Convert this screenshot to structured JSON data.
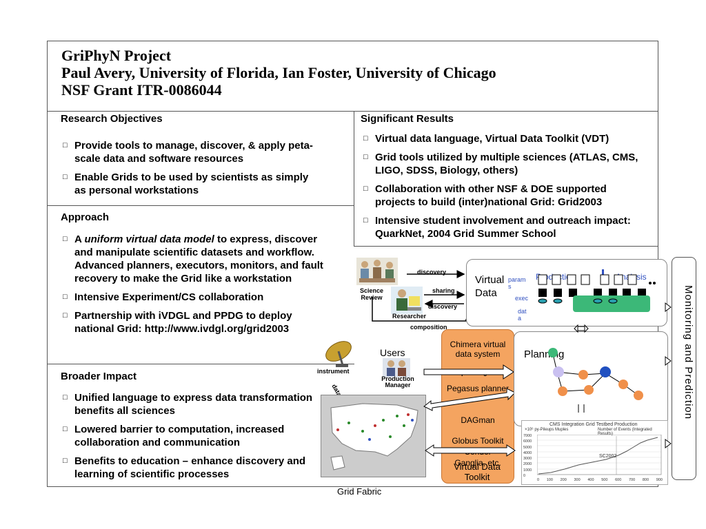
{
  "header": {
    "line1": "GriPhyN Project",
    "line2": "Paul Avery, University of Florida,  Ian Foster, University of Chicago",
    "line3": "NSF Grant ITR-0086044"
  },
  "research_objectives": {
    "title": "Research Objectives",
    "items": [
      "Provide tools to manage, discover, & apply peta-scale data and software resources",
      "Enable Grids to be used by scientists as simply as personal workstations"
    ]
  },
  "significant_results": {
    "title": "Significant Results",
    "items": [
      "Virtual data language, Virtual Data Toolkit (VDT)",
      "Grid tools utilized by multiple sciences (ATLAS, CMS, LIGO, SDSS, Biology, others)",
      "Collaboration with other NSF & DOE supported projects to build (inter)national Grid: Grid2003",
      "Intensive student involvement and outreach impact: QuarkNet, 2004 Grid Summer School"
    ]
  },
  "approach": {
    "title": "Approach",
    "item1_prefix": "A ",
    "item1_em": "uniform virtual data model",
    "item1_rest": " to express, discover and manipulate scientific datasets and workflow. Advanced planners, executors, monitors, and fault recovery to make the Grid like a workstation",
    "items": [
      "Intensive Experiment/CS collaboration",
      "Partnership with iVDGL and PPDG to deploy national Grid: http://www.ivdgl.org/grid2003"
    ]
  },
  "broader_impact": {
    "title": "Broader Impact",
    "items": [
      "Unified language to express data transformation benefits all sciences",
      "Lowered barrier to computation, increased collaboration and communication",
      "Benefits to education – enhance discovery and learning of scientific processes"
    ]
  },
  "diagram": {
    "discovery": "discovery",
    "sharing": "sharing",
    "discovery2": "discovery",
    "science_review": "Science Review",
    "researcher": "Researcher",
    "composition": "composition",
    "virtual_data": "Virtual Data",
    "param": "param s",
    "exec": "exec",
    "data_small": "dat a",
    "production": "Production",
    "analysis": "Analysis",
    "users": "Users",
    "instrument": "instrument",
    "data_tag": "data",
    "production_manager": "Production Manager",
    "planning_small": "planning",
    "chimera": "Chimera virtual data system",
    "pegasus": "Pegasus planner",
    "dagman": "DAGman",
    "globus": "Globus Toolkit",
    "condor": "Condor",
    "ganglia": "Ganglia, etc.",
    "planning": "Planning",
    "vdt": "Virtual Data Toolkit",
    "grid_fabric": "Grid Fabric",
    "monitoring": "Monitoring and Prediction",
    "chart_title": "CMS Integration Grid Testbed Production",
    "chart_sub_left": "×10⁶ py-Pileups Muples",
    "chart_sub_right": "Number of Events (Integrated Results)",
    "sc2002": "SC2002",
    "y_ticks": [
      "7000",
      "6000",
      "5000",
      "4000",
      "3000",
      "2000",
      "1000",
      "0"
    ],
    "x_ticks": [
      "0",
      "100",
      "200",
      "300",
      "400",
      "500",
      "600",
      "700",
      "800",
      "900"
    ]
  }
}
